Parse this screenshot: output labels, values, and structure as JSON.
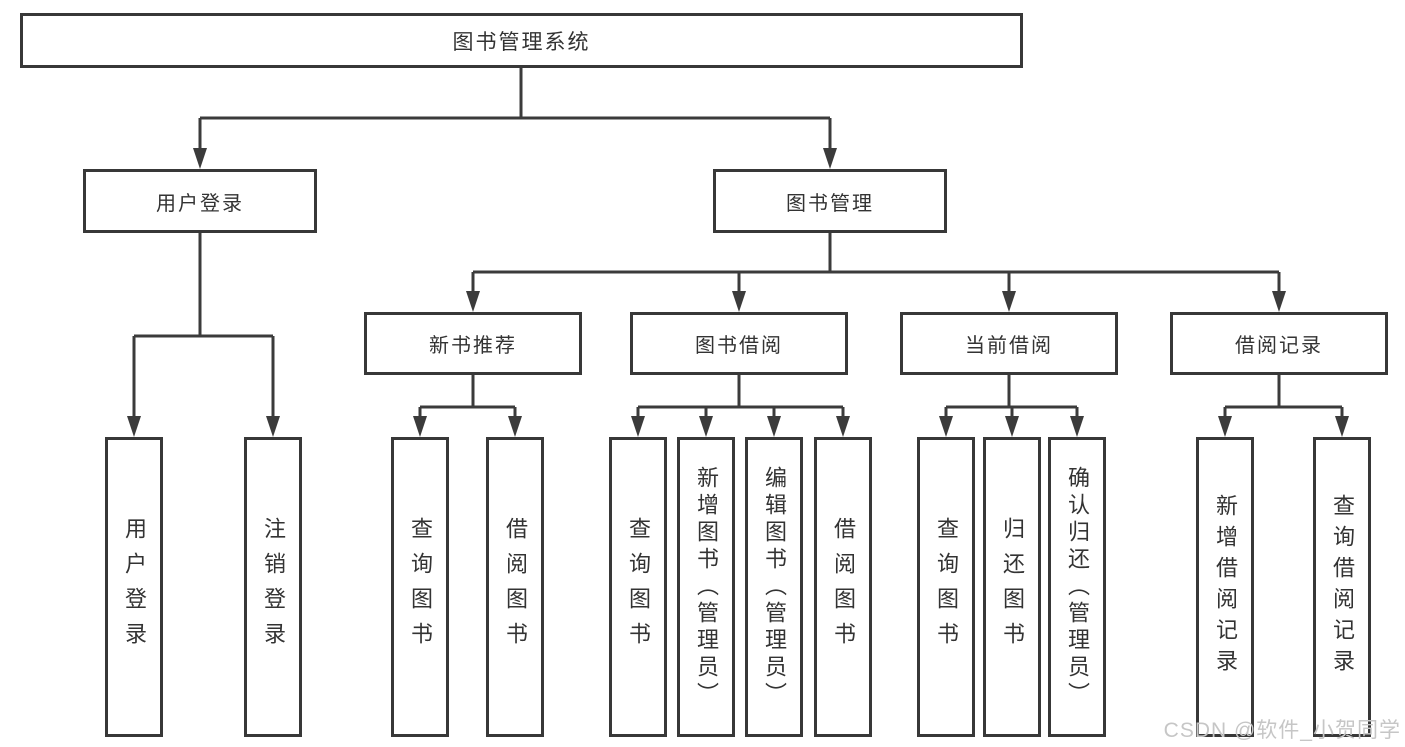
{
  "colors": {
    "line": "#3b3b3b",
    "box_border": "#383838",
    "text": "#333333",
    "watermark": "#c6c6c6",
    "background": "#ffffff"
  },
  "diagram": {
    "root": {
      "label": "图书管理系统"
    },
    "level2": [
      {
        "label": "用户登录"
      },
      {
        "label": "图书管理"
      }
    ],
    "level3": [
      {
        "label": "新书推荐",
        "parent": "图书管理"
      },
      {
        "label": "图书借阅",
        "parent": "图书管理"
      },
      {
        "label": "当前借阅",
        "parent": "图书管理"
      },
      {
        "label": "借阅记录",
        "parent": "图书管理"
      }
    ],
    "leaves": [
      {
        "label": "用户登录",
        "parent": "用户登录"
      },
      {
        "label": "注销登录",
        "parent": "用户登录"
      },
      {
        "label": "查询图书",
        "parent": "新书推荐"
      },
      {
        "label": "借阅图书",
        "parent": "新书推荐"
      },
      {
        "label": "查询图书",
        "parent": "图书借阅"
      },
      {
        "label": "新增图书（管理员）",
        "parent": "图书借阅"
      },
      {
        "label": "编辑图书（管理员）",
        "parent": "图书借阅"
      },
      {
        "label": "借阅图书",
        "parent": "图书借阅"
      },
      {
        "label": "查询图书",
        "parent": "当前借阅"
      },
      {
        "label": "归还图书",
        "parent": "当前借阅"
      },
      {
        "label": "确认归还（管理员）",
        "parent": "当前借阅"
      },
      {
        "label": "新增借阅记录",
        "parent": "借阅记录"
      },
      {
        "label": "查询借阅记录",
        "parent": "借阅记录"
      }
    ]
  },
  "watermark": {
    "text": "CSDN @软件_小贺同学"
  }
}
